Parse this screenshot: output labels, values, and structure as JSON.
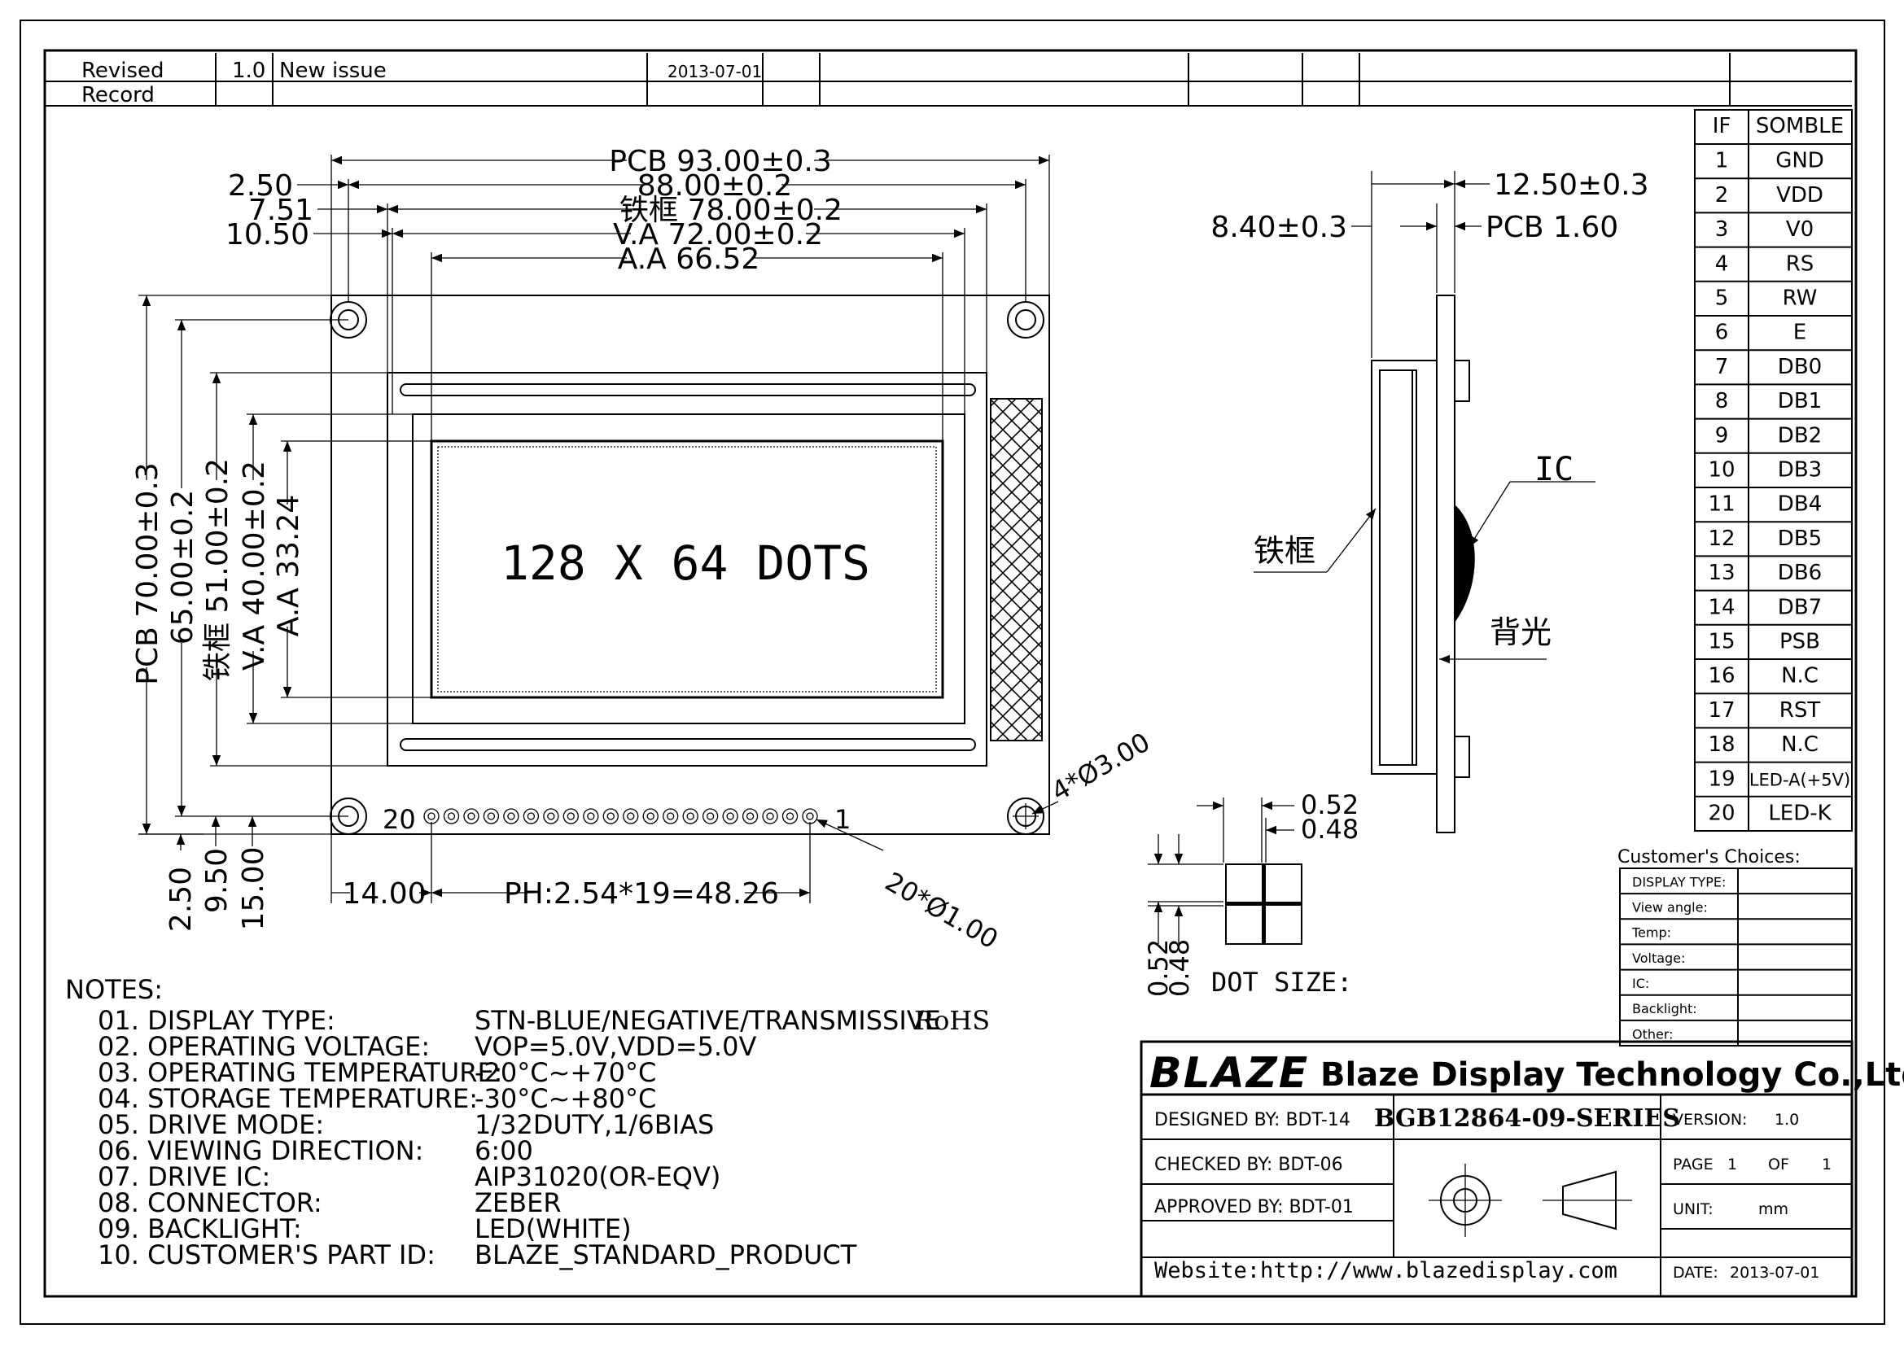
{
  "revision": {
    "label_line1": "Revised",
    "label_line2": "Record",
    "version": "1.0",
    "description": "New issue",
    "date": "2013-07-01"
  },
  "front_view": {
    "dims": {
      "pcb_width": "PCB 93.00±0.3",
      "width_88": "88.00±0.2",
      "frame_width": "铁框 78.00±0.2",
      "va_width": "V.A 72.00±0.2",
      "aa_width": "A.A 66.52",
      "off_250": "2.50",
      "off_751": "7.51",
      "off_1050": "10.50",
      "pcb_height": "PCB 70.00±0.3",
      "height_65": "65.00±0.2",
      "frame_height": "铁框 51.00±0.2",
      "va_height": "V.A 40.00±0.2",
      "aa_height": "A.A 33.24",
      "bot_250": "2.50",
      "bot_950": "9.50",
      "bot_1500": "15.00",
      "pin_offset": "14.00",
      "pin_pitch": "PH:2.54*19=48.26",
      "holes": "4*Ø3.00",
      "pins": "20*Ø1.00",
      "pin_first": "20",
      "pin_last": "1"
    },
    "display_text": "128 X 64 DOTS"
  },
  "side_view": {
    "dim_1250": "12.50±0.3",
    "dim_840": "8.40±0.3",
    "pcb_thickness": "PCB 1.60",
    "label_ic": "IC",
    "label_frame": "铁框",
    "label_backlight": "背光"
  },
  "dot_size": {
    "d052": "0.52",
    "d048": "0.48",
    "v052": "0.52",
    "v048": "0.48",
    "label": "DOT SIZE:"
  },
  "pin_table": {
    "headers": [
      "IF",
      "SOMBLE"
    ],
    "rows": [
      [
        "1",
        "GND"
      ],
      [
        "2",
        "VDD"
      ],
      [
        "3",
        "V0"
      ],
      [
        "4",
        "RS"
      ],
      [
        "5",
        "RW"
      ],
      [
        "6",
        "E"
      ],
      [
        "7",
        "DB0"
      ],
      [
        "8",
        "DB1"
      ],
      [
        "9",
        "DB2"
      ],
      [
        "10",
        "DB3"
      ],
      [
        "11",
        "DB4"
      ],
      [
        "12",
        "DB5"
      ],
      [
        "13",
        "DB6"
      ],
      [
        "14",
        "DB7"
      ],
      [
        "15",
        "PSB"
      ],
      [
        "16",
        "N.C"
      ],
      [
        "17",
        "RST"
      ],
      [
        "18",
        "N.C"
      ],
      [
        "19",
        "LED-A(+5V)"
      ],
      [
        "20",
        "LED-K"
      ]
    ]
  },
  "customer_choices": {
    "title": "Customer's Choices:",
    "rows": [
      "DISPLAY TYPE:",
      "View angle:",
      "Temp:",
      "Voltage:",
      "IC:",
      "Backlight:",
      "Other:"
    ]
  },
  "notes": {
    "title": "NOTES:",
    "items": [
      {
        "label": "01. DISPLAY TYPE:",
        "value": "STN-BLUE/NEGATIVE/TRANSMISSIVE",
        "extra": "RoHS"
      },
      {
        "label": "02. OPERATING VOLTAGE:",
        "value": "VOP=5.0V,VDD=5.0V"
      },
      {
        "label": "03. OPERATING TEMPERATURE:",
        "value": "-20°C~+70°C"
      },
      {
        "label": "04. STORAGE TEMPERATURE:",
        "value": "-30°C~+80°C"
      },
      {
        "label": "05. DRIVE MODE:",
        "value": "1/32DUTY,1/6BIAS"
      },
      {
        "label": "06. VIEWING DIRECTION:",
        "value": "6:00"
      },
      {
        "label": "07. DRIVE IC:",
        "value": "AIP31020(OR-EQV)"
      },
      {
        "label": "08. CONNECTOR:",
        "value": "ZEBER"
      },
      {
        "label": "09. BACKLIGHT:",
        "value": "LED(WHITE)"
      },
      {
        "label": "10. CUSTOMER'S PART ID:",
        "value": "BLAZE_STANDARD_PRODUCT"
      }
    ]
  },
  "title_block": {
    "logo": "BLAZE",
    "company": "Blaze Display Technology Co.,Ltd.",
    "designed": "DESIGNED BY: BDT-14",
    "checked": "CHECKED BY: BDT-06",
    "approved": "APPROVED BY: BDT-01",
    "website": "Website:http://www.blazedisplay.com",
    "part_no": "BGB12864-09-SERIES",
    "version_label": "VERSION:",
    "version_value": "1.0",
    "page_label": "PAGE",
    "page_num": "1",
    "page_of": "OF",
    "page_total": "1",
    "unit_label": "UNIT:",
    "unit_value": "mm",
    "date_label": "DATE:",
    "date_value": "2013-07-01"
  }
}
